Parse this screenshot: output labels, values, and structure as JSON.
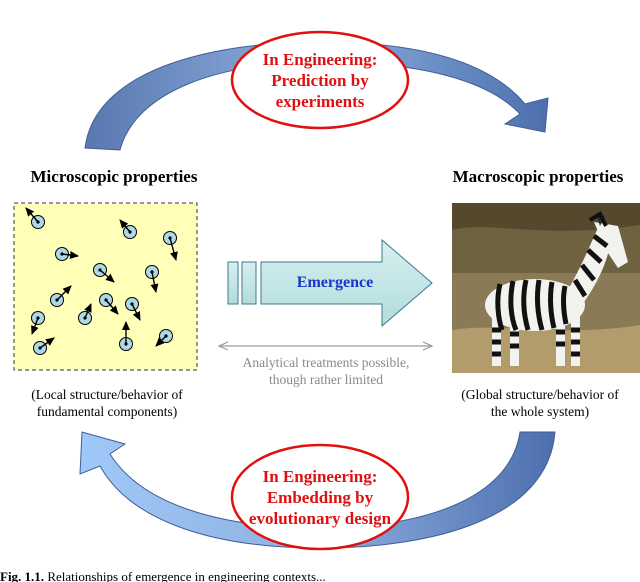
{
  "top_ellipse": {
    "lines": [
      "In Engineering:",
      "Prediction by",
      "experiments"
    ]
  },
  "bottom_ellipse": {
    "lines": [
      "In Engineering:",
      "Embedding by",
      "evolutionary design"
    ]
  },
  "left": {
    "heading": "Microscopic properties",
    "caption_lines": [
      "(Local structure/behavior of",
      "fundamental components)"
    ]
  },
  "right": {
    "heading": "Macroscopic properties",
    "caption_lines": [
      "(Global structure/behavior of",
      "the whole system)"
    ]
  },
  "center": {
    "arrow_label": "Emergence",
    "note_lines": [
      "Analytical treatments possible,",
      "though rather limited"
    ]
  },
  "figure_caption": {
    "label": "Fig. 1.1.",
    "text": "Relationships of emergence in engineering contexts..."
  },
  "colors": {
    "ellipse_stroke": "#e01010",
    "ellipse_text": "#e01010",
    "top_arrow": "#6b8fc8",
    "bottom_arrow": "#6b8fc8",
    "panel_fill": "#ffffb8",
    "particle_fill": "#add8e6",
    "emergence_arrow": "#bfe6e6",
    "emergence_text": "#1a35c8",
    "note_text": "#8a8a8a"
  }
}
